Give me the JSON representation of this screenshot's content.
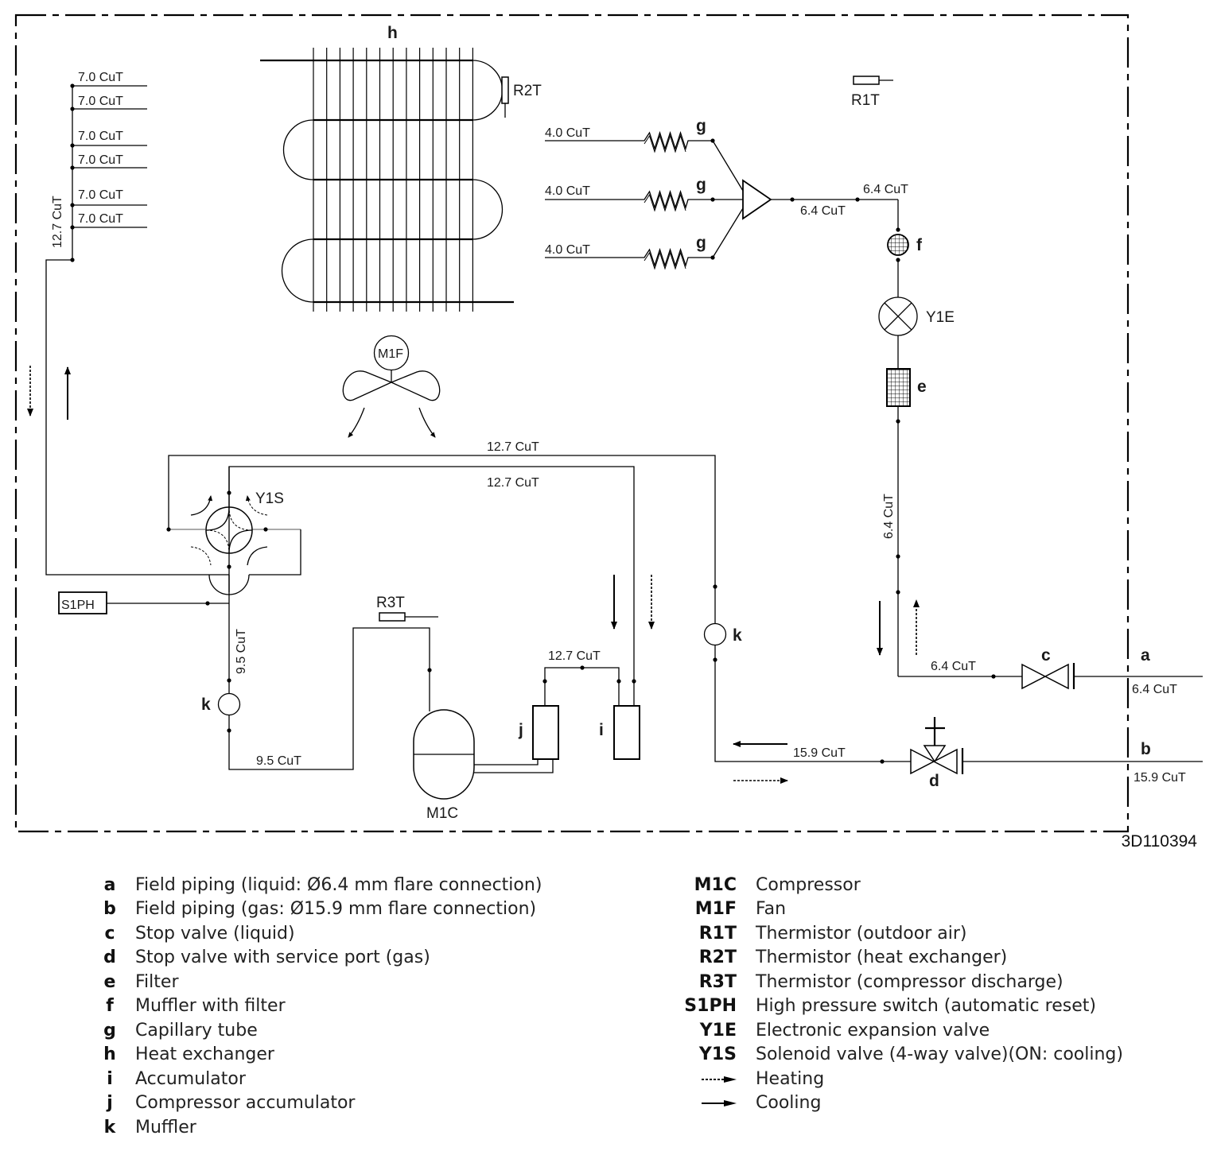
{
  "diagram": {
    "document_id": "3D110394",
    "components": {
      "h": "h",
      "g1": "g",
      "g2": "g",
      "g3": "g",
      "f": "f",
      "e": "e",
      "c": "c",
      "d": "d",
      "a": "a",
      "b": "b",
      "i": "i",
      "j": "j",
      "k1": "k",
      "k2": "k",
      "R1T": "R1T",
      "R2T": "R2T",
      "R3T": "R3T",
      "Y1E": "Y1E",
      "Y1S": "Y1S",
      "M1F": "M1F",
      "M1C": "M1C",
      "S1PH": "S1PH"
    },
    "pipe_labels": {
      "branch_1": "7.0 CuT",
      "branch_2": "7.0 CuT",
      "branch_3": "7.0 CuT",
      "branch_4": "7.0 CuT",
      "branch_5": "7.0 CuT",
      "branch_6": "7.0 CuT",
      "header_left": "12.7 CuT",
      "cap_1": "4.0 CuT",
      "cap_2": "4.0 CuT",
      "cap_3": "4.0 CuT",
      "distributor_out": "6.4 CuT",
      "to_muffler": "6.4 CuT",
      "liquid_vertical": "6.4 CuT",
      "liquid_horizontal": "6.4 CuT",
      "field_liquid": "6.4 CuT",
      "top_1": "12.7 CuT",
      "top_2": "12.7 CuT",
      "discharge_vertical": "9.5 CuT",
      "discharge_horizontal": "9.5 CuT",
      "accumulator_link": "12.7 CuT",
      "gas_horizontal": "15.9 CuT",
      "field_gas": "15.9 CuT"
    }
  },
  "legend": {
    "left": [
      {
        "key": "a",
        "desc": "Field piping (liquid: Ø6.4 mm flare connection)"
      },
      {
        "key": "b",
        "desc": "Field piping (gas: Ø15.9 mm flare connection)"
      },
      {
        "key": "c",
        "desc": "Stop valve (liquid)"
      },
      {
        "key": "d",
        "desc": "Stop valve with service port (gas)"
      },
      {
        "key": "e",
        "desc": "Filter"
      },
      {
        "key": "f",
        "desc": "Muffler with filter"
      },
      {
        "key": "g",
        "desc": "Capillary tube"
      },
      {
        "key": "h",
        "desc": "Heat exchanger"
      },
      {
        "key": "i",
        "desc": "Accumulator"
      },
      {
        "key": "j",
        "desc": "Compressor accumulator"
      },
      {
        "key": "k",
        "desc": "Muffler"
      }
    ],
    "right": [
      {
        "key": "M1C",
        "desc": "Compressor"
      },
      {
        "key": "M1F",
        "desc": "Fan"
      },
      {
        "key": "R1T",
        "desc": "Thermistor (outdoor air)"
      },
      {
        "key": "R2T",
        "desc": "Thermistor (heat exchanger)"
      },
      {
        "key": "R3T",
        "desc": "Thermistor (compressor discharge)"
      },
      {
        "key": "S1PH",
        "desc": "High pressure switch (automatic reset)"
      },
      {
        "key": "Y1E",
        "desc": "Electronic expansion valve"
      },
      {
        "key": "Y1S",
        "desc": "Solenoid valve (4-way valve)(ON: cooling)"
      }
    ],
    "arrows": [
      {
        "style": "dashed",
        "icon": "dashed-arrow-icon",
        "desc": "Heating"
      },
      {
        "style": "solid",
        "icon": "solid-arrow-icon",
        "desc": "Cooling"
      }
    ]
  }
}
